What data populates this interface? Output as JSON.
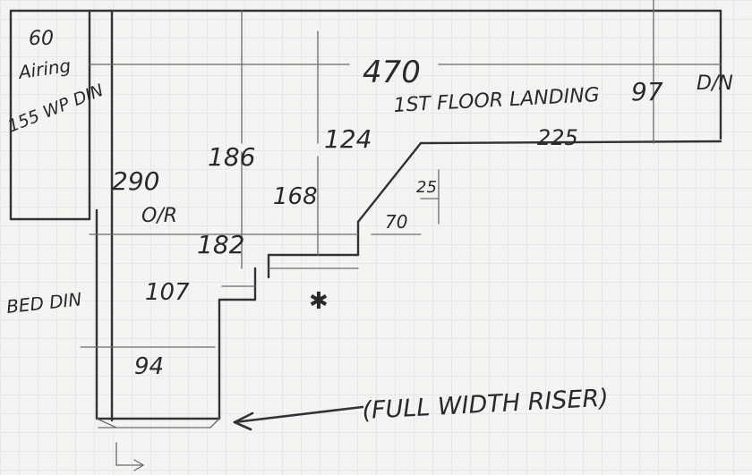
{
  "labels": {
    "top_left_num": "60",
    "airing": "Airing",
    "airing_sub": "155 WP DIN",
    "total_length": "470",
    "landing": "1ST FLOOR LANDING",
    "right_97": "97",
    "right_dn": "D/N",
    "width_225": "225",
    "width_290": "290",
    "or": "O/R",
    "dim_186": "186",
    "dim_168": "168",
    "dim_124": "124",
    "dim_25": "25",
    "dim_70": "70",
    "dim_182": "182",
    "bed_din": "BED DIN",
    "dim_107": "107",
    "dim_94": "94",
    "asterisk": "✱",
    "note": "(FULL WIDTH RISER)"
  },
  "colors": {
    "paper": "#f4f4f2",
    "grid": "#cfd6e6",
    "ink": "#333333"
  }
}
